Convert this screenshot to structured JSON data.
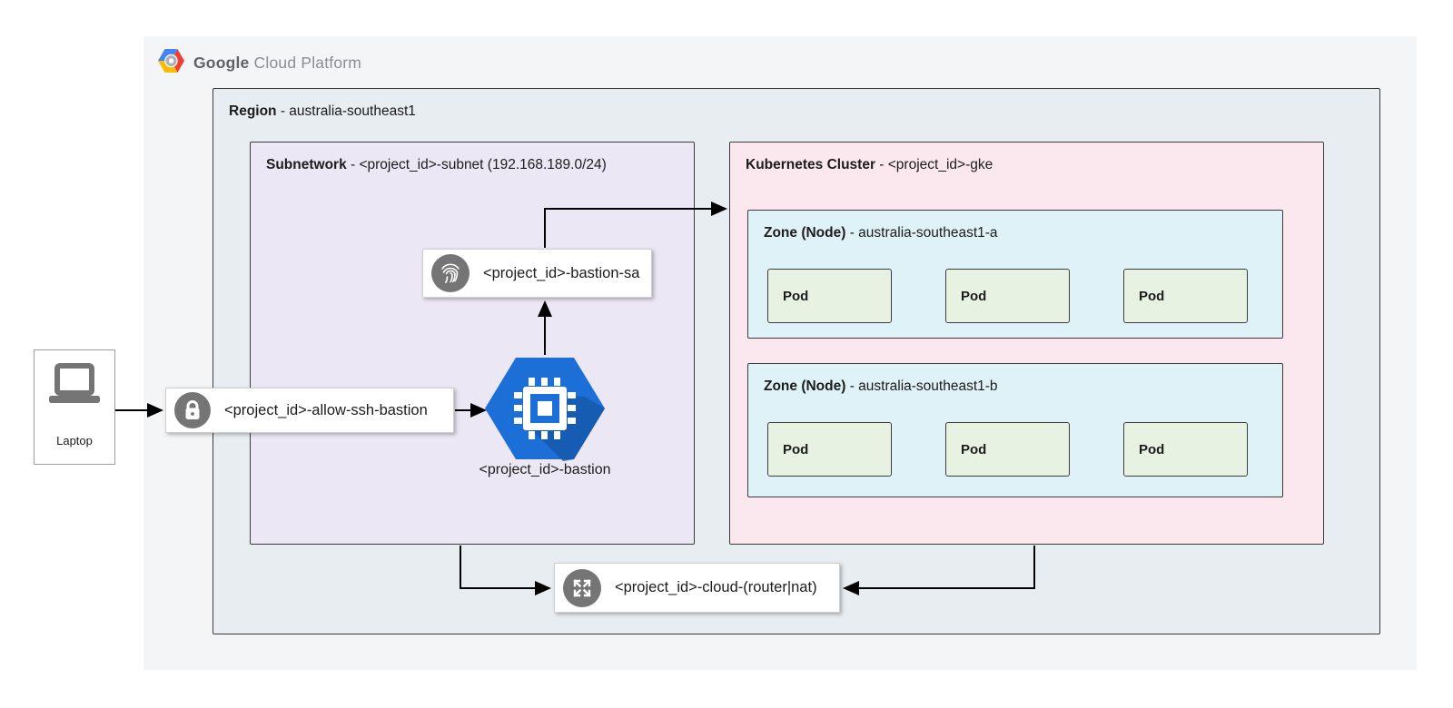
{
  "header": {
    "brand_google": "Google",
    "brand_rest": "Cloud Platform"
  },
  "laptop": {
    "label": "Laptop"
  },
  "region": {
    "title_bold": "Region",
    "title_rest": " - australia-southeast1"
  },
  "subnetwork": {
    "title_bold": "Subnetwork",
    "title_rest": " - <project_id>-subnet (192.168.189.0/24)"
  },
  "cluster": {
    "title_bold": "Kubernetes Cluster",
    "title_rest": " - <project_id>-gke"
  },
  "zones": [
    {
      "title_bold": "Zone (Node)",
      "title_rest": " - australia-southeast1-a",
      "pods": [
        "Pod",
        "Pod",
        "Pod"
      ]
    },
    {
      "title_bold": "Zone (Node)",
      "title_rest": " - australia-southeast1-b",
      "pods": [
        "Pod",
        "Pod",
        "Pod"
      ]
    }
  ],
  "firewall": {
    "label": "<project_id>-allow-ssh-bastion",
    "icon": "lock-icon"
  },
  "service_account": {
    "label": "<project_id>-bastion-sa",
    "icon": "fingerprint-icon"
  },
  "bastion": {
    "label": "<project_id>-bastion",
    "icon": "compute-engine-icon"
  },
  "router": {
    "label": "<project_id>-cloud-(router|nat)",
    "icon": "router-nat-icon"
  },
  "colors": {
    "container_bg": "#f4f5f6",
    "region_bg": "#e8edf1",
    "subnet_bg": "#ece7f5",
    "cluster_bg": "#fbe7ee",
    "zone_bg": "#def2f8",
    "pod_bg": "#e7f2e3",
    "icon_gray": "#757575",
    "compute_blue": "#1967d2",
    "compute_blue_dark": "#1557b0",
    "gcp_blue": "#4285f4",
    "gcp_red": "#ea4335",
    "gcp_yellow": "#fbbc05"
  }
}
